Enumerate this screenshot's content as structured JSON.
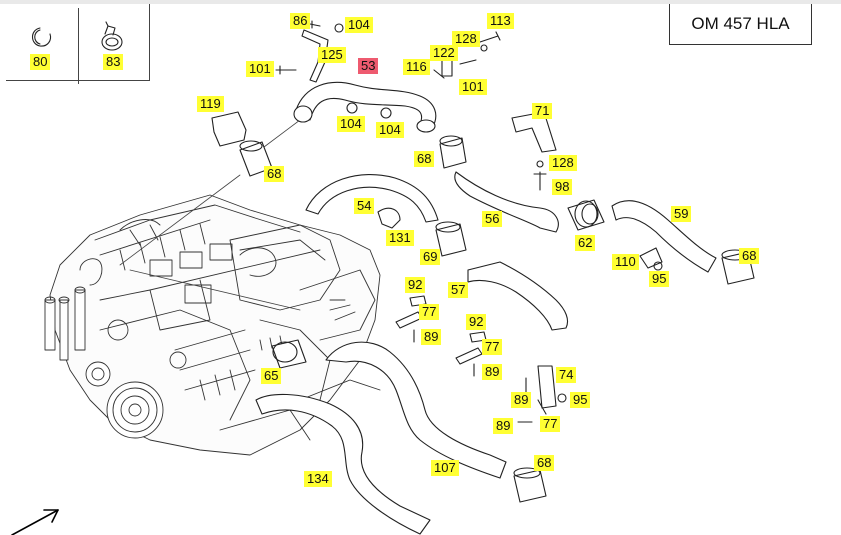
{
  "header": {
    "model_label": "OM 457 HLA"
  },
  "selected_part": "53",
  "legend_parts": [
    "80",
    "83"
  ],
  "callouts": [
    {
      "id": "c-86",
      "label": "86",
      "selected": false
    },
    {
      "id": "c-104a",
      "label": "104",
      "selected": false
    },
    {
      "id": "c-113",
      "label": "113",
      "selected": false
    },
    {
      "id": "c-128a",
      "label": "128",
      "selected": false
    },
    {
      "id": "c-122",
      "label": "122",
      "selected": false
    },
    {
      "id": "c-125",
      "label": "125",
      "selected": false
    },
    {
      "id": "c-53",
      "label": "53",
      "selected": true
    },
    {
      "id": "c-116",
      "label": "116",
      "selected": false
    },
    {
      "id": "c-101a",
      "label": "101",
      "selected": false
    },
    {
      "id": "c-101b",
      "label": "101",
      "selected": false
    },
    {
      "id": "c-119",
      "label": "119",
      "selected": false
    },
    {
      "id": "c-104b",
      "label": "104",
      "selected": false
    },
    {
      "id": "c-104c",
      "label": "104",
      "selected": false
    },
    {
      "id": "c-71",
      "label": "71",
      "selected": false
    },
    {
      "id": "c-68a",
      "label": "68",
      "selected": false
    },
    {
      "id": "c-128b",
      "label": "128",
      "selected": false
    },
    {
      "id": "c-68b",
      "label": "68",
      "selected": false
    },
    {
      "id": "c-98",
      "label": "98",
      "selected": false
    },
    {
      "id": "c-54",
      "label": "54",
      "selected": false
    },
    {
      "id": "c-56",
      "label": "56",
      "selected": false
    },
    {
      "id": "c-59",
      "label": "59",
      "selected": false
    },
    {
      "id": "c-131",
      "label": "131",
      "selected": false
    },
    {
      "id": "c-62",
      "label": "62",
      "selected": false
    },
    {
      "id": "c-69",
      "label": "69",
      "selected": false
    },
    {
      "id": "c-110",
      "label": "110",
      "selected": false
    },
    {
      "id": "c-68c",
      "label": "68",
      "selected": false
    },
    {
      "id": "c-95a",
      "label": "95",
      "selected": false
    },
    {
      "id": "c-92a",
      "label": "92",
      "selected": false
    },
    {
      "id": "c-57",
      "label": "57",
      "selected": false
    },
    {
      "id": "c-77a",
      "label": "77",
      "selected": false
    },
    {
      "id": "c-89a",
      "label": "89",
      "selected": false
    },
    {
      "id": "c-92b",
      "label": "92",
      "selected": false
    },
    {
      "id": "c-77b",
      "label": "77",
      "selected": false
    },
    {
      "id": "c-65",
      "label": "65",
      "selected": false
    },
    {
      "id": "c-89b",
      "label": "89",
      "selected": false
    },
    {
      "id": "c-74",
      "label": "74",
      "selected": false
    },
    {
      "id": "c-89c",
      "label": "89",
      "selected": false
    },
    {
      "id": "c-95b",
      "label": "95",
      "selected": false
    },
    {
      "id": "c-89d",
      "label": "89",
      "selected": false
    },
    {
      "id": "c-77c",
      "label": "77",
      "selected": false
    },
    {
      "id": "c-107",
      "label": "107",
      "selected": false
    },
    {
      "id": "c-68d",
      "label": "68",
      "selected": false
    },
    {
      "id": "c-134",
      "label": "134",
      "selected": false
    },
    {
      "id": "c-80",
      "label": "80",
      "selected": false
    },
    {
      "id": "c-83",
      "label": "83",
      "selected": false
    }
  ]
}
